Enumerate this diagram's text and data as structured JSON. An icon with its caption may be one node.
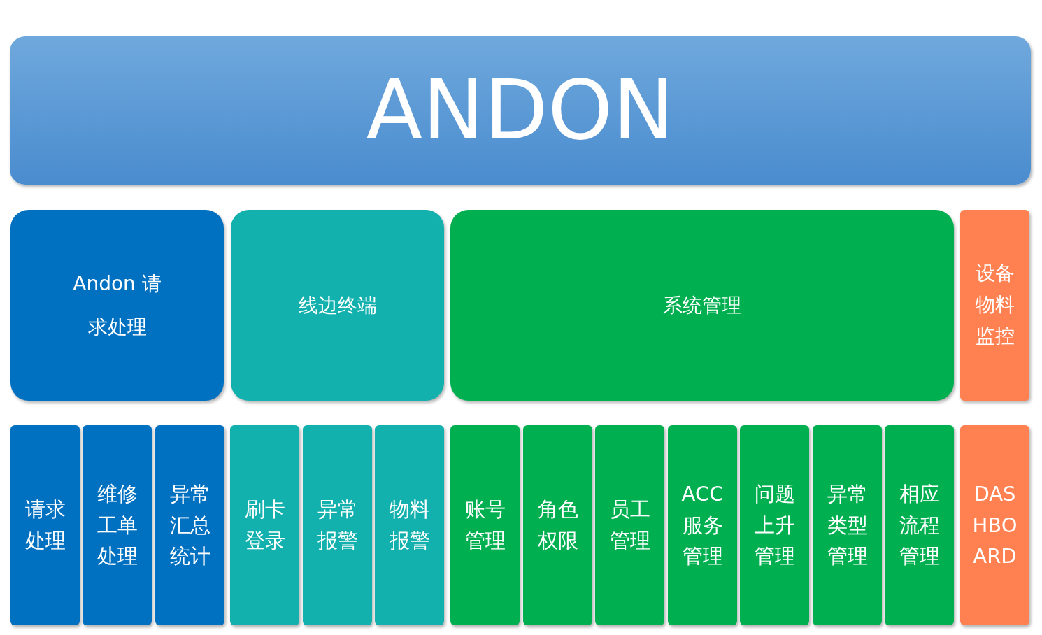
{
  "diagram": {
    "nodes": [
      {
        "text": [
          "ANDON"
        ]
      },
      {
        "text": [
          "Andon 请求处理"
        ]
      },
      {
        "text": [
          "线边终端"
        ]
      },
      {
        "text": [
          "系统管理"
        ]
      },
      {
        "text": [
          "设备物料监控"
        ]
      },
      {
        "text": [
          "请求处理"
        ]
      },
      {
        "text": [
          "维修工单处理"
        ]
      },
      {
        "text": [
          "异常汇总统计"
        ]
      },
      {
        "text": [
          "刷卡登录"
        ]
      },
      {
        "text": [
          "异常报警"
        ]
      },
      {
        "text": [
          "物料报警"
        ]
      },
      {
        "text": [
          "账号管理"
        ]
      },
      {
        "text": [
          "角色权限"
        ]
      },
      {
        "text": [
          "员工管理"
        ]
      },
      {
        "text": [
          "ACC服务管理"
        ]
      },
      {
        "text": [
          "问题上升管理"
        ]
      },
      {
        "text": [
          "异常类型管理"
        ]
      },
      {
        "text": [
          "相应流程管理"
        ]
      },
      {
        "text": [
          "DASHBOARD"
        ]
      }
    ]
  }
}
